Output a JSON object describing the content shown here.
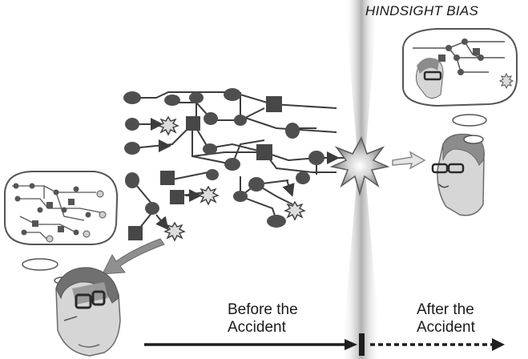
{
  "title": "HINDSIGHT BIAS",
  "timeline": {
    "before_line1": "Before the",
    "before_line2": "Accident",
    "after_line1": "After the",
    "after_line2": "Accident"
  },
  "colors": {
    "node": "#4f4f4f",
    "edge": "#3c3c3c",
    "beam": "#c4c4c4",
    "skin": "#d9d9d9",
    "hair": "#8c8c8c",
    "bubble_stroke": "#555555"
  },
  "icons": [
    "explosion-icon",
    "worried-person-icon",
    "reflective-person-icon",
    "thought-bubble-icon"
  ]
}
